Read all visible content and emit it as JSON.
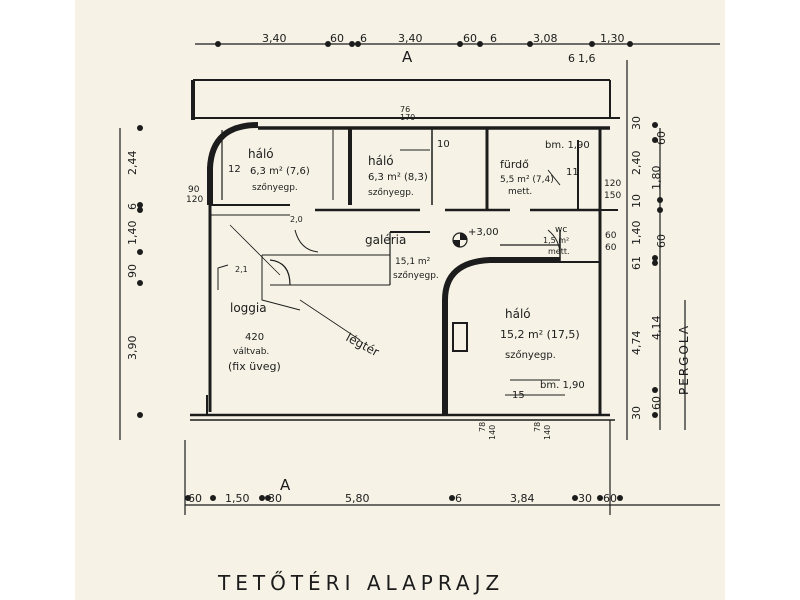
{
  "drawing": {
    "title": "TETŐTÉRI ALAPRAJZ",
    "section_mark": "A",
    "pergola_label": "PERGOLA"
  },
  "top_dims": {
    "d1": "3,40",
    "d2": "60",
    "d3": "6",
    "d4": "3,40",
    "d5": "60",
    "d6": "6",
    "d7": "3,08",
    "d8": "6",
    "d9": "1,6",
    "d10": "1,30"
  },
  "bottom_dims": {
    "d1": "60",
    "d2": "1,50",
    "d3": "30",
    "d4": "5,80",
    "d5": "6",
    "d6": "3,84",
    "d7": "30",
    "d8": "60"
  },
  "left_dims": {
    "d1": "2,44",
    "d2": "6",
    "d3": "1,40",
    "d4": "90",
    "d5": "3,90"
  },
  "right_dims": {
    "d1": "30",
    "d2": "60",
    "d3": "2,40",
    "d4": "1,80",
    "d5": "10",
    "d6": "1,40",
    "d7": "60",
    "d8": "61",
    "d9": "4,74",
    "d10": "4,14",
    "d11": "30",
    "d12": "60"
  },
  "rooms": {
    "halo1_name": "háló",
    "halo1_area": "6,3 m² (7,6)",
    "halo1_furn": "szőnyegp.",
    "halo2_name": "háló",
    "halo2_area": "6,3 m² (8,3)",
    "halo2_furn": "szőnyegp.",
    "furdo_name": "fürdő",
    "furdo_area": "5,5 m² (7,4)",
    "furdo_note": "mett.",
    "galeria_name": "galéria",
    "galeria_area": "15,1 m²",
    "galeria_furn": "szőnyegp.",
    "halo3_name": "háló",
    "halo3_area": "15,2 m² (17,5)",
    "halo3_furn": "szőnyegp.",
    "loggia_name": "loggia",
    "loggia_dim": "420",
    "loggia_note1": "váltvab.",
    "loggia_note2": "(fix üveg)",
    "legter": "légtér",
    "wc_name": "wc",
    "wc_area": "1,5 m²",
    "wc_note": "mett."
  },
  "notes": {
    "bm_top": "bm. 1,90",
    "bm_bottom": "bm. 1,90",
    "level": "+3,00",
    "wd_left": "90",
    "wd_left2": "120",
    "d_20": "2,0",
    "d_21": "2,1",
    "door_top": "76",
    "door_top2": "170",
    "n_12": "12",
    "n_10": "10",
    "n_11": "11",
    "n_15": "15",
    "wd_bot1": "78",
    "wd_bot1b": "140",
    "wd_bot2": "78",
    "wd_bot2b": "140",
    "r_120": "120",
    "r_150": "150",
    "r_60a": "60",
    "r_60b": "60"
  }
}
